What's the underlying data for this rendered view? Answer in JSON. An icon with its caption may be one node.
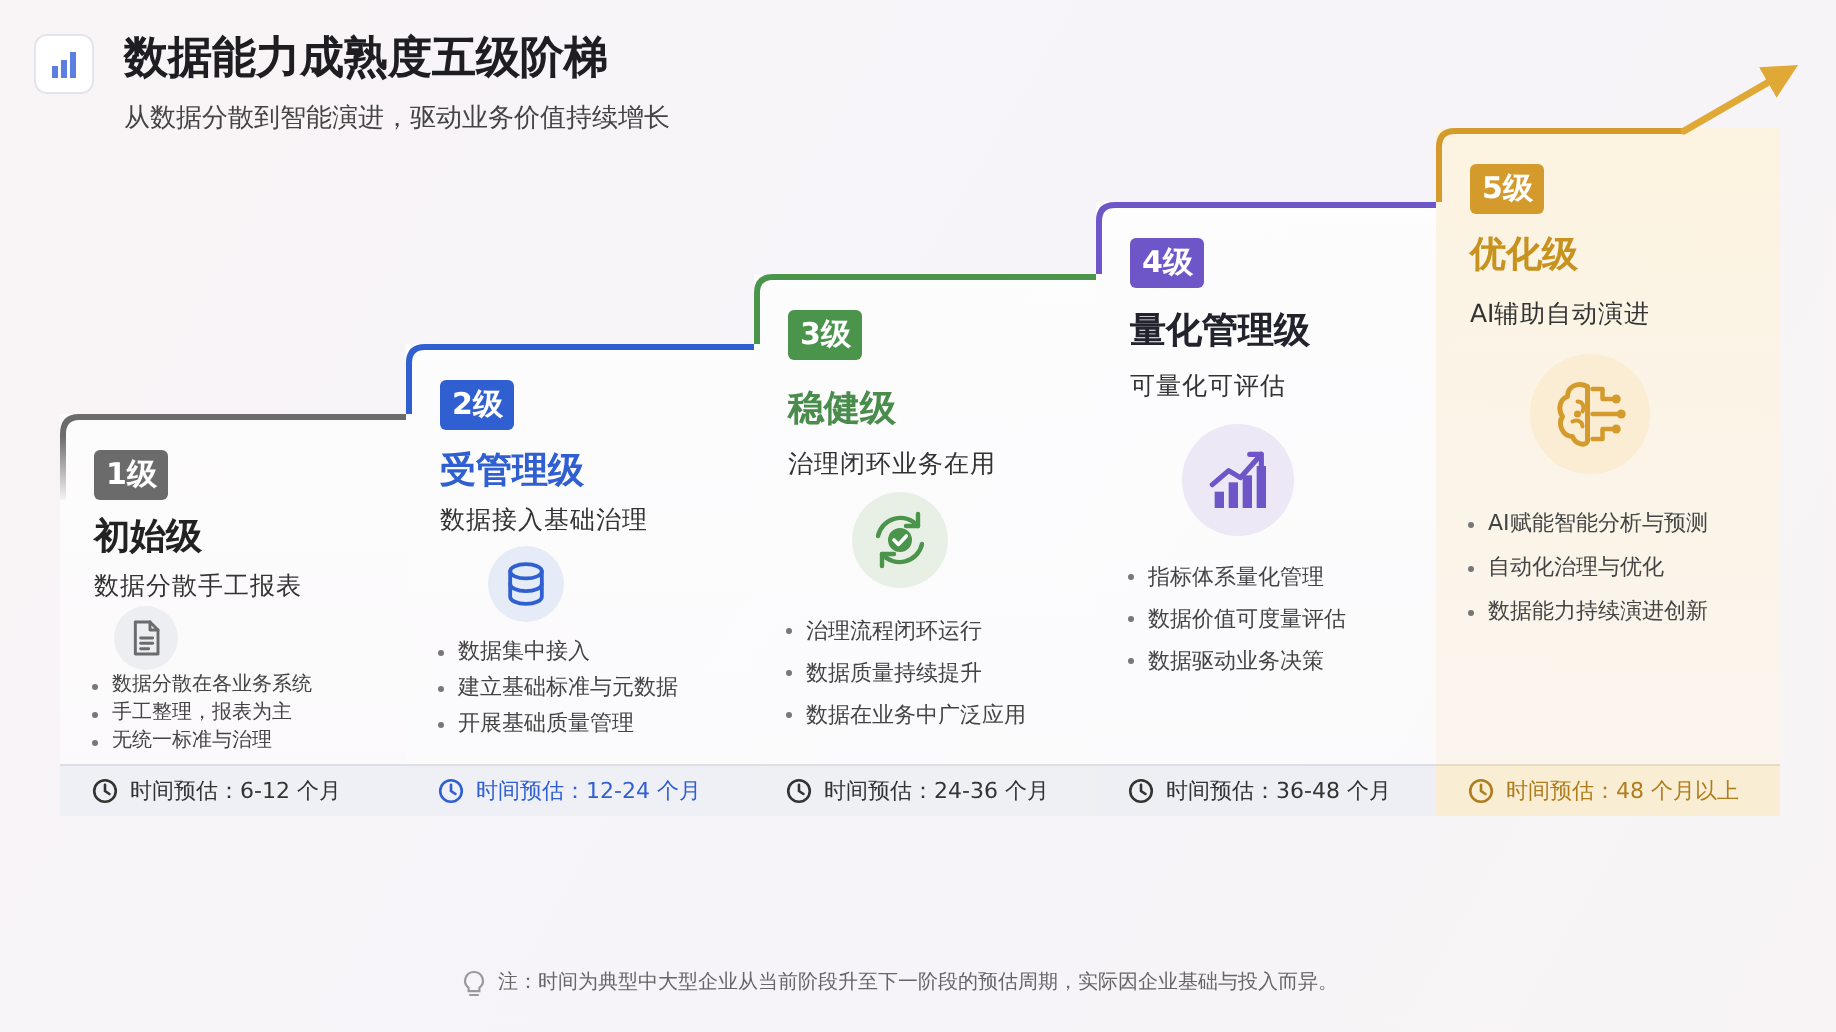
{
  "diagram": {
    "title": "数据能力成熟度五级阶梯",
    "nodes": [
      {
        "text": [
          "初始级",
          "数据分散手工报表",
          "数据分散在各业务系统",
          "手工整理，报表为主",
          "无统一标准与治理"
        ]
      },
      {
        "text": [
          "1级"
        ],
        "in": 0
      },
      {
        "text": [
          "时间预估：6-12 个月"
        ],
        "in": 0
      },
      {
        "text": [
          "受管理级",
          "数据接入基础治理",
          "数据集中接入",
          "建立基础标准与元数据",
          "开展基础质量管理"
        ]
      },
      {
        "text": [
          "2级"
        ],
        "in": 3
      },
      {
        "text": [
          "时间预估：12-24 个月"
        ],
        "in": 3
      },
      {
        "text": [
          "稳健级",
          "治理闭环业务在用",
          "治理流程闭环运行",
          "数据质量持续提升",
          "数据在业务中广泛应用"
        ]
      },
      {
        "text": [
          "3级"
        ],
        "in": 6
      },
      {
        "text": [
          "时间预估：24-36 个月"
        ],
        "in": 6
      },
      {
        "text": [
          "量化管理级",
          "可量化可评估",
          "指标体系量化管理",
          "数据价值可度量评估",
          "数据驱动业务决策"
        ]
      },
      {
        "text": [
          "4级"
        ],
        "in": 9
      },
      {
        "text": [
          "时间预估：36-48 个月"
        ],
        "in": 9
      },
      {
        "text": [
          "优化级",
          "AI辅助自动演进",
          "AI赋能智能分析与预测",
          "自动化治理与优化",
          "数据能力持续演进创新"
        ]
      },
      {
        "text": [
          "5级"
        ],
        "in": 12
      },
      {
        "text": [
          "时间预估：48 个月以上"
        ],
        "in": 12
      }
    ],
    "labels": [
      "从数据分散到智能演进，驱动业务价值持续增长",
      "注：时间为典型中大型企业从当前阶段升至下一阶段的预估周期，实际因企业基础与投入而异。"
    ]
  }
}
